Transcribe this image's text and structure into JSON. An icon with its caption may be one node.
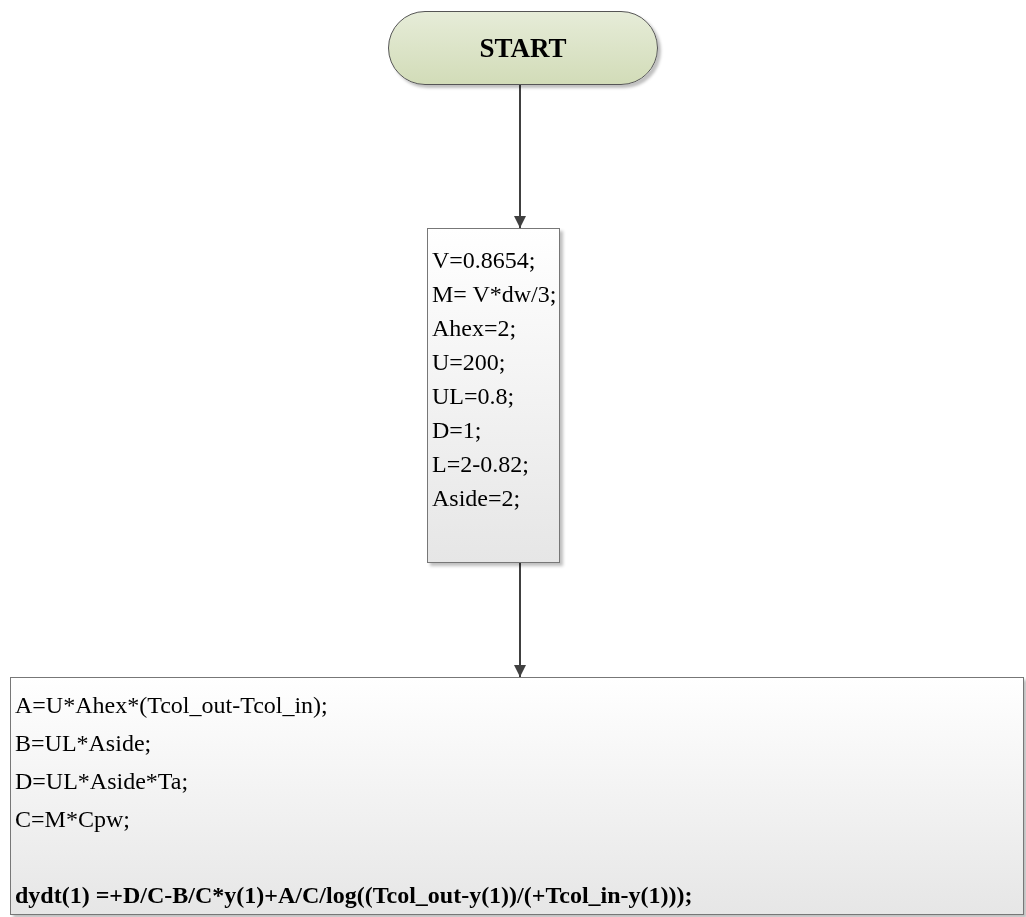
{
  "diagram": {
    "nodes": [
      {
        "text": [
          "START"
        ]
      },
      {
        "text": [
          "V=0.8654;",
          "M= V*dw/3;",
          "Ahex=2;",
          "U=200;",
          "UL=0.8;",
          "D=1;",
          "L=2-0.82;",
          "Aside=2;"
        ]
      },
      {
        "text": [
          "A=U*Ahex*(Tcol_out-Tcol_in);",
          "B=UL*Aside;",
          "D=UL*Aside*Ta;",
          "C=M*Cpw;",
          "dydt(1) =+D/C-B/C*y(1)+A/C/log((Tcol_out-y(1))/(+Tcol_in-y(1)));"
        ]
      }
    ],
    "edges": [
      {
        "from": 0,
        "to": 1,
        "arrow": "to"
      },
      {
        "from": 1,
        "to": 2,
        "arrow": "to"
      }
    ]
  }
}
